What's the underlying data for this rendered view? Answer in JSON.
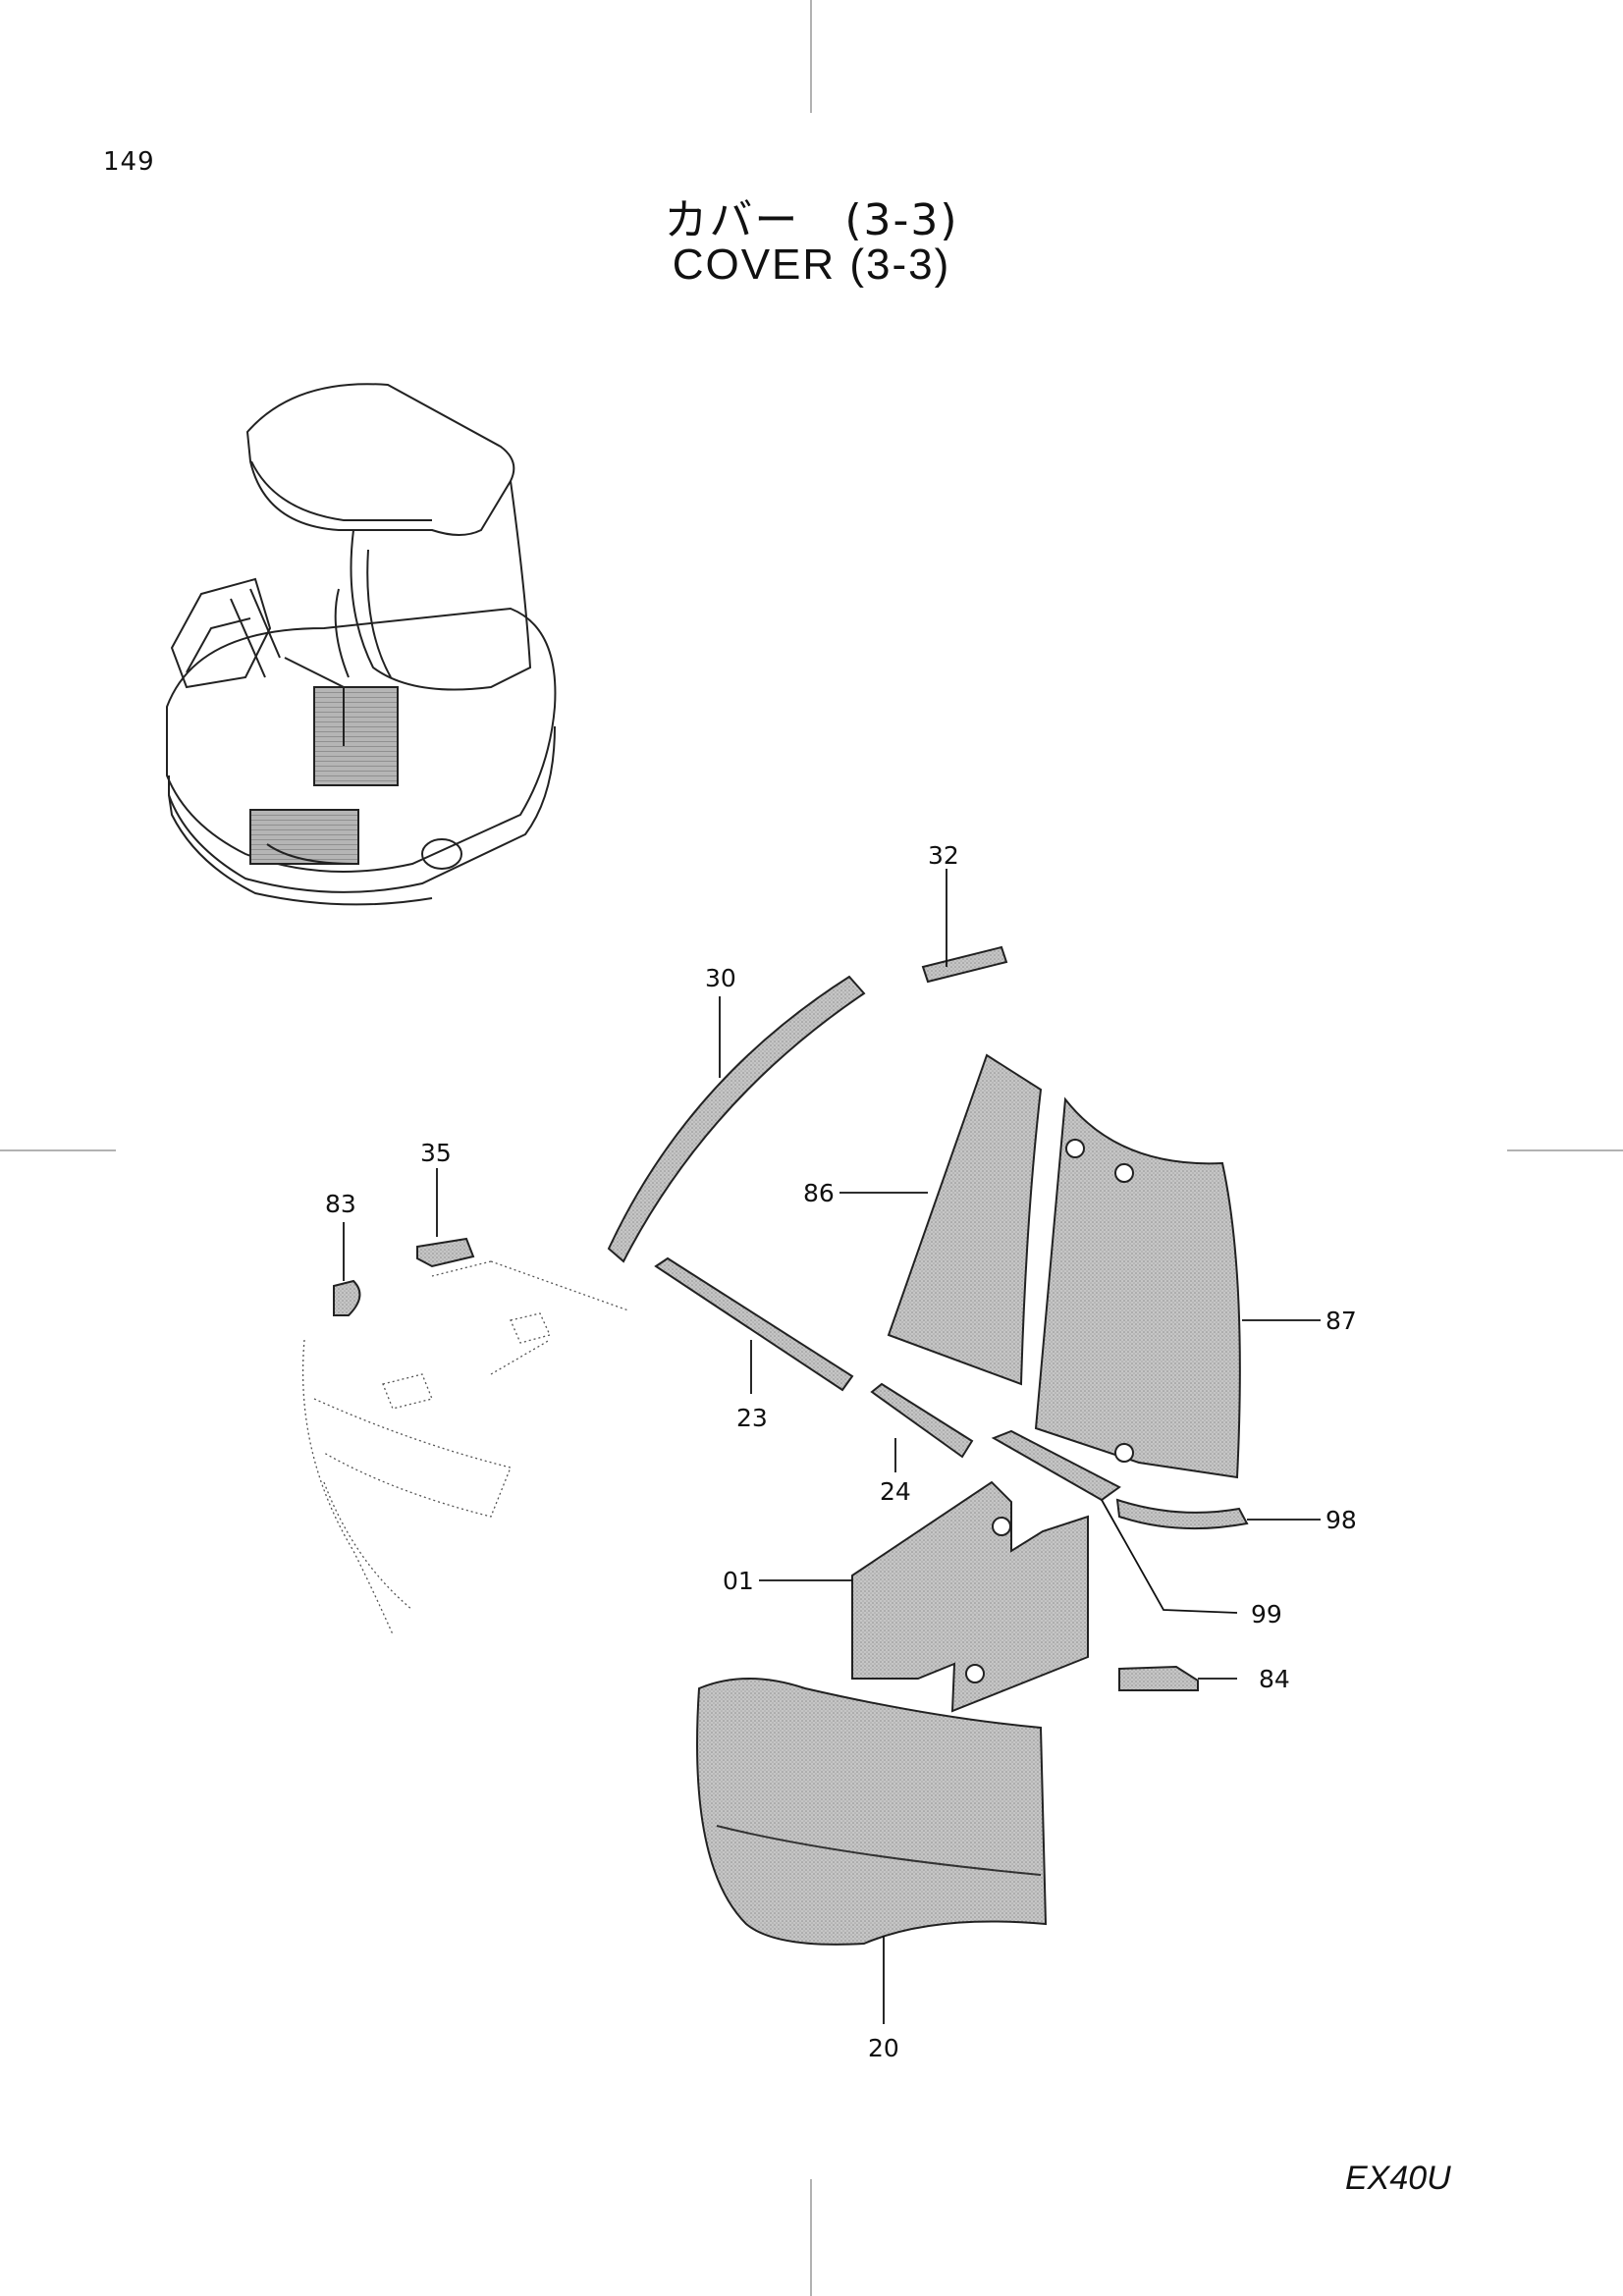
{
  "page_number": "149",
  "title_jp": "カバー　(3-3)",
  "title_en": "COVER  (3-3)",
  "model": "EX40U",
  "callouts": {
    "c32": "32",
    "c30": "30",
    "c35": "35",
    "c83": "83",
    "c86": "86",
    "c87": "87",
    "c23": "23",
    "c24": "24",
    "c98": "98",
    "c01": "01",
    "c99": "99",
    "c84": "84",
    "c20": "20"
  }
}
